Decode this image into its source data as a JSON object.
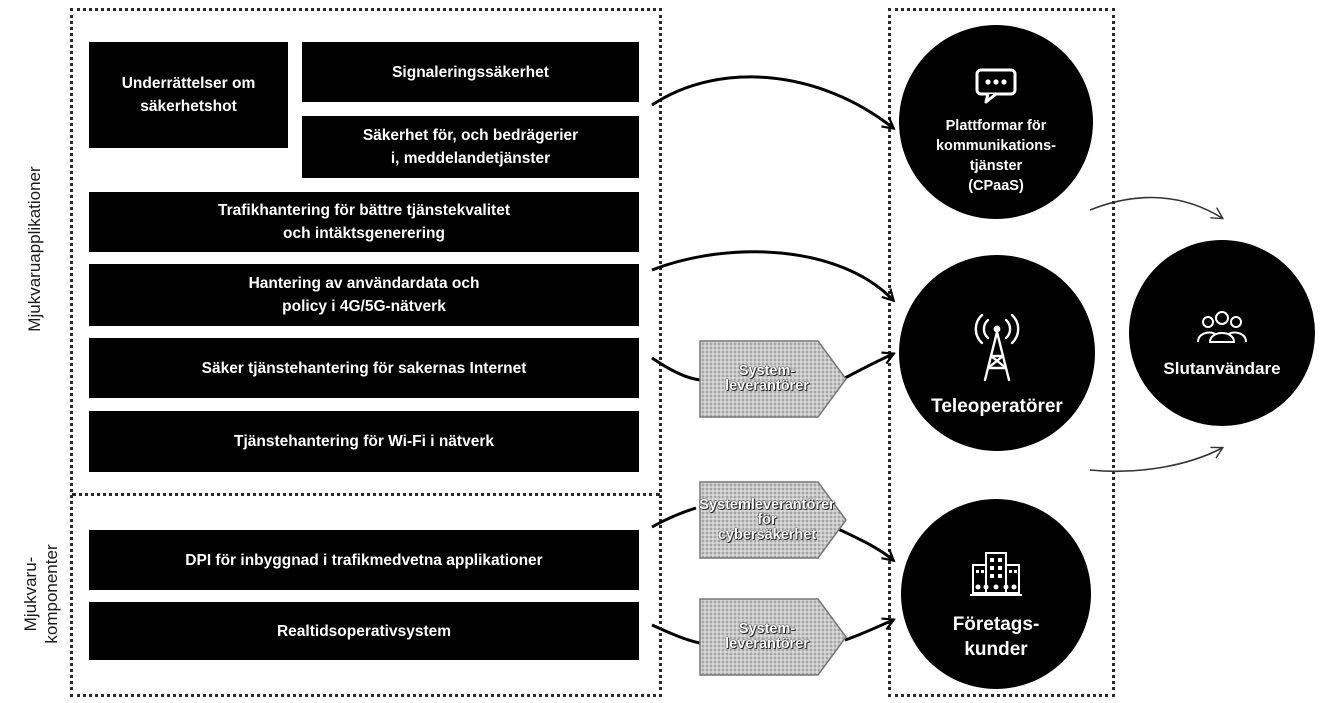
{
  "left_panel": {
    "section_software_applications": "Mjukvaruapplikationer",
    "section_software_components": "Mjukvaru-\nkomponenter",
    "boxes": {
      "threat_intel": "Underrättelser om\nsäkerhetshot",
      "signaling_security": "Signaleringssäkerhet",
      "messaging_security": "Säkerhet för, och bedrägerier\ni, meddelandetjänster",
      "traffic_management": "Trafikhantering för bättre tjänstekvalitet\noch intäktsgenerering",
      "user_data_policy": "Hantering av användardata och\npolicy i 4G/5G-nätverk",
      "iot_service": "Säker tjänstehantering för sakernas Internet",
      "wifi_service": "Tjänstehantering för Wi-Fi i nätverk",
      "dpi": "DPI för inbyggnad i trafikmedvetna applikationer",
      "rtos": "Realtidsoperativsystem"
    }
  },
  "tags": {
    "system_vendors_1": "System-\nleverantörer",
    "cyber_vendors": "Systemleverantörer för\ncybersäkerhet",
    "system_vendors_2": "System-\nleverantörer"
  },
  "circles": {
    "cpaas": "Plattformar för\nkommunikations-\ntjänster\n(CPaaS)",
    "telecom": "Teleoperatörer",
    "enterprise": "Företags-\nkunder",
    "end_users": "Slutanvändare"
  },
  "icons": [
    "chat-bubble-icon",
    "antenna-tower-icon",
    "office-building-icon",
    "users-group-icon"
  ]
}
